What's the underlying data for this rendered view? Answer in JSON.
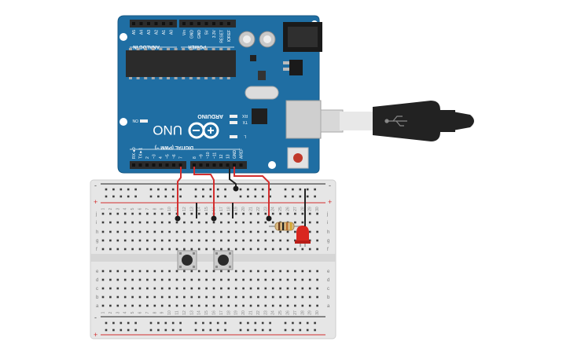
{
  "arduino": {
    "logo": "ARDUINO",
    "model": "UNO",
    "analog_header_label": "ANALOG IN",
    "power_header_label": "POWER",
    "digital_header_label": "DIGITAL (PWM ~)",
    "on_label": "ON",
    "tx_label": "TX",
    "rx_label": "RX",
    "l_label": "L",
    "analog_pins": [
      "A5",
      "A4",
      "A3",
      "A2",
      "A1",
      "A0"
    ],
    "power_pins": [
      "Vin",
      "GND",
      "GND",
      "5V",
      "3.3V",
      "RESET",
      "IOREF"
    ],
    "digital_pins": [
      "RX◄0",
      "TX►1",
      "2",
      "~3",
      "4",
      "~5",
      "~6",
      "7",
      "8",
      "~9",
      "~10",
      "~11",
      "12",
      "13",
      "GND",
      "AREF"
    ],
    "colors": {
      "board": "#1f6ea3",
      "chip": "#2b2b2b",
      "silk": "#ffffff"
    }
  },
  "usb_cable": {
    "colors": {
      "body": "#222222",
      "metal": "#d8d8d8"
    }
  },
  "breadboard": {
    "rail_plus": "+",
    "rail_minus": "-",
    "row_letters_top": [
      "j",
      "i",
      "h",
      "g",
      "f"
    ],
    "row_letters_bottom": [
      "e",
      "d",
      "c",
      "b",
      "a"
    ],
    "column_numbers": [
      "1",
      "2",
      "3",
      "4",
      "5",
      "6",
      "7",
      "8",
      "9",
      "10",
      "11",
      "12",
      "13",
      "14",
      "15",
      "16",
      "17",
      "18",
      "19",
      "20",
      "21",
      "22",
      "23",
      "24",
      "25",
      "26",
      "27",
      "28",
      "29",
      "30"
    ],
    "colors": {
      "body": "#e6e6e6",
      "hole": "#3a3a3a",
      "rail_red": "#d32f2f",
      "rail_black": "#222222"
    }
  },
  "components": {
    "pushbuttons": 2,
    "resistor_bands": [
      "#6b3d1e",
      "#222222",
      "#b86b2b",
      "#d4a72c"
    ],
    "led_color": "#d9271f"
  },
  "wires": {
    "signal_color": "#d32f2f",
    "ground_color": "#222222"
  }
}
